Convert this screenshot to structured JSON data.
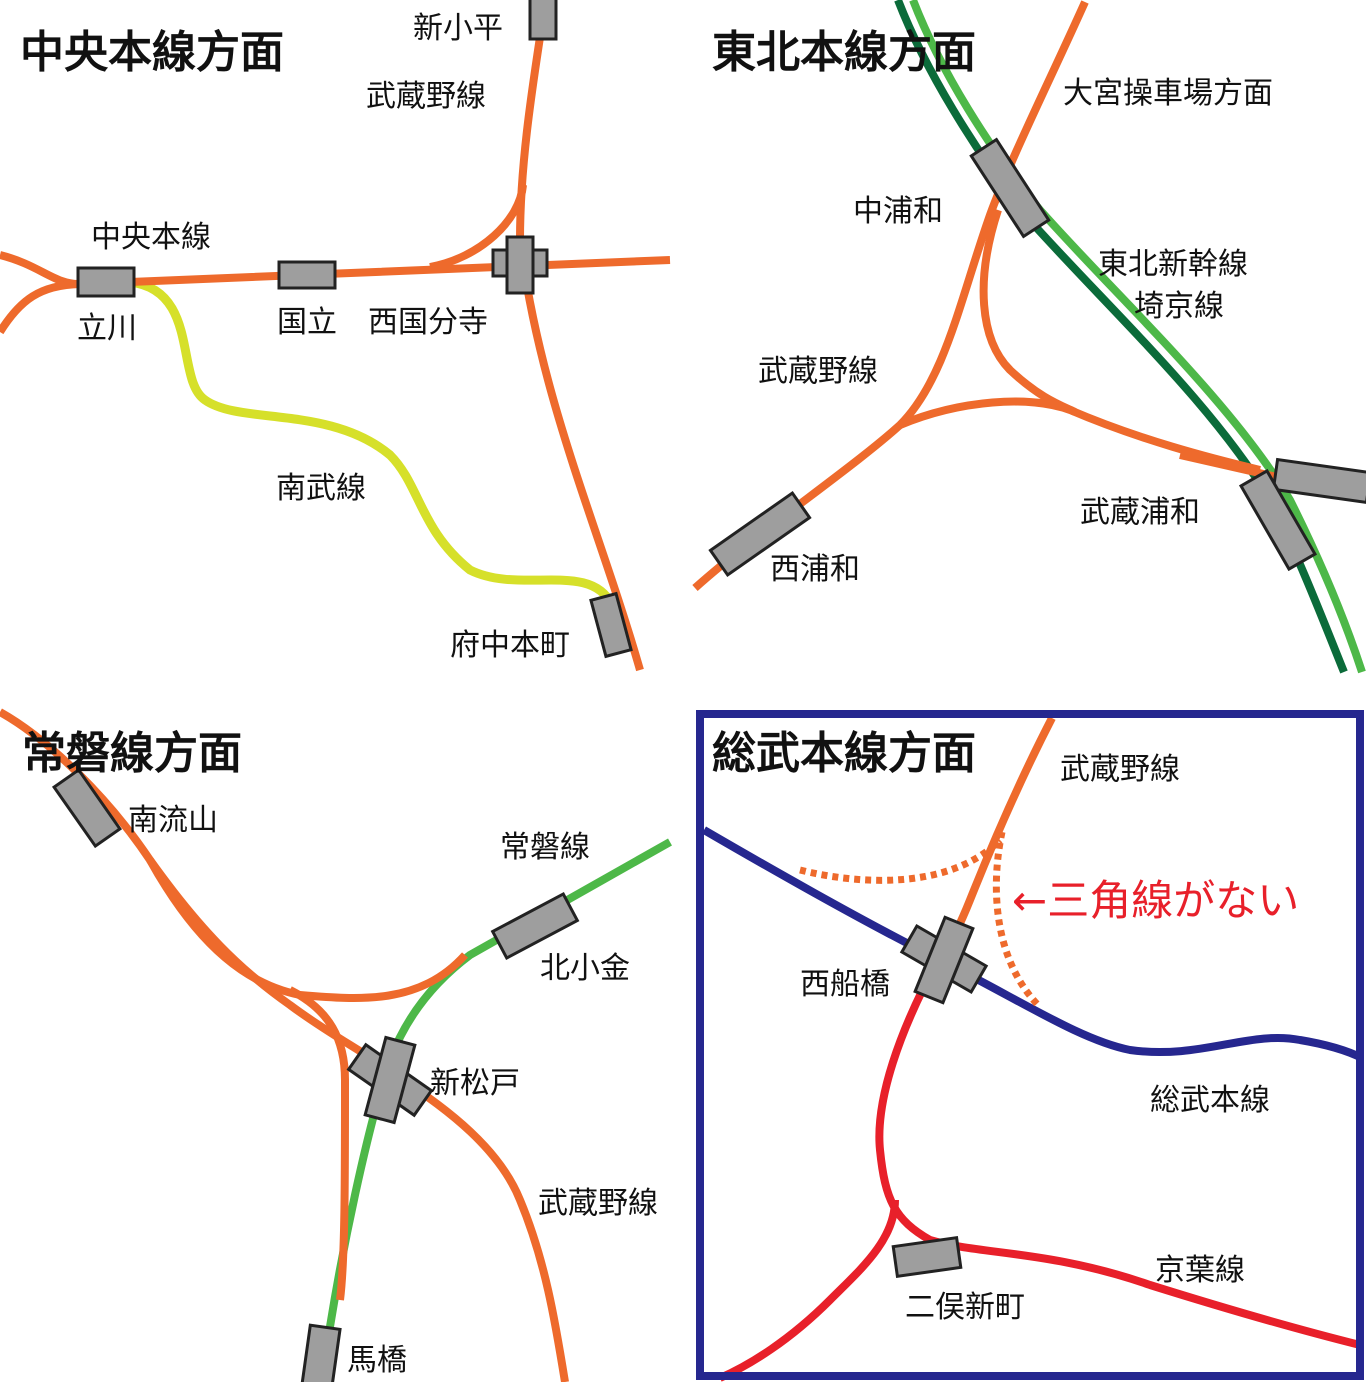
{
  "colors": {
    "musashino": "#ee6a2c",
    "nambu": "#d6e02a",
    "joban": "#4db848",
    "tohoku_dark": "#0b6b3a",
    "tohoku_light": "#4db848",
    "sobu": "#26278f",
    "keiyo": "#e8202a",
    "frame": "#26278f",
    "note": "#e8202a"
  },
  "panels": {
    "chuo": {
      "title": "中央本線方面",
      "labels": {
        "shin_kodaira": "新小平",
        "musashino_line": "武蔵野線",
        "chuo_line": "中央本線",
        "tachikawa": "立川",
        "kunitachi": "国立",
        "nishi_kokubunji": "西国分寺",
        "nambu_line": "南武線",
        "fuchu_hommachi": "府中本町"
      }
    },
    "tohoku": {
      "title": "東北本線方面",
      "labels": {
        "omiya_yard": "大宮操車場方面",
        "naka_urawa": "中浦和",
        "shinkansen": "東北新幹線",
        "saikyo": "埼京線",
        "musashino_line": "武蔵野線",
        "musashi_urawa": "武蔵浦和",
        "nishi_urawa": "西浦和"
      }
    },
    "joban": {
      "title": "常磐線方面",
      "labels": {
        "minami_nagareyama": "南流山",
        "joban_line": "常磐線",
        "kita_kogane": "北小金",
        "shin_matsudo": "新松戸",
        "musashino_line": "武蔵野線",
        "mabashi": "馬橋"
      }
    },
    "sobu": {
      "title": "総武本線方面",
      "labels": {
        "musashino_line": "武蔵野線",
        "nishi_funabashi": "西船橋",
        "sobu_line": "総武本線",
        "keiyo_line": "京葉線",
        "futamata_shimmachi": "二俣新町"
      },
      "note": "←三角線がない"
    }
  }
}
